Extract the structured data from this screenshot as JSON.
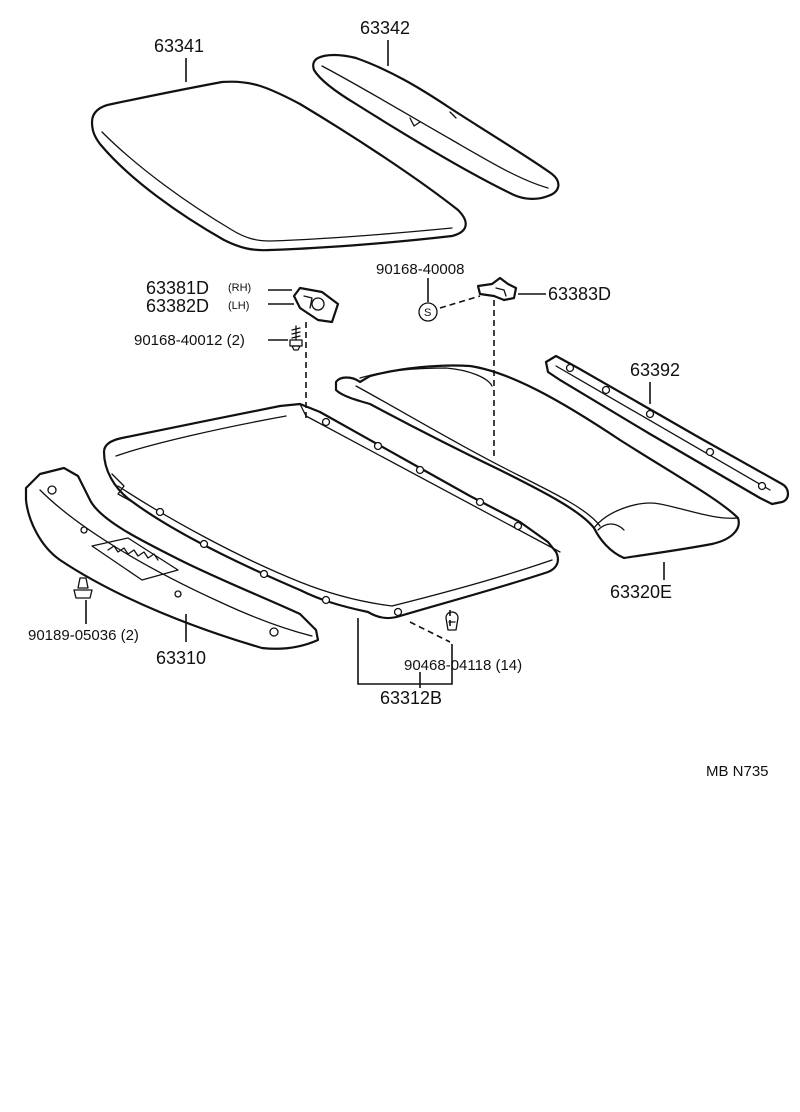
{
  "diagram": {
    "labels": {
      "p63341": "63341",
      "p63342": "63342",
      "p63381D": "63381D",
      "rh": "(RH)",
      "p63382D": "63382D",
      "lh": "(LH)",
      "p90168_40012": "90168-40012 (2)",
      "p90168_40008": "90168-40008",
      "s_mark": "S",
      "p63383D": "63383D",
      "p63392": "63392",
      "p63320E": "63320E",
      "p90189_05036": "90189-05036 (2)",
      "p63310": "63310",
      "p90468_04118": "90468-04118 (14)",
      "p63312B": "63312B",
      "code": "MB  N735"
    }
  }
}
